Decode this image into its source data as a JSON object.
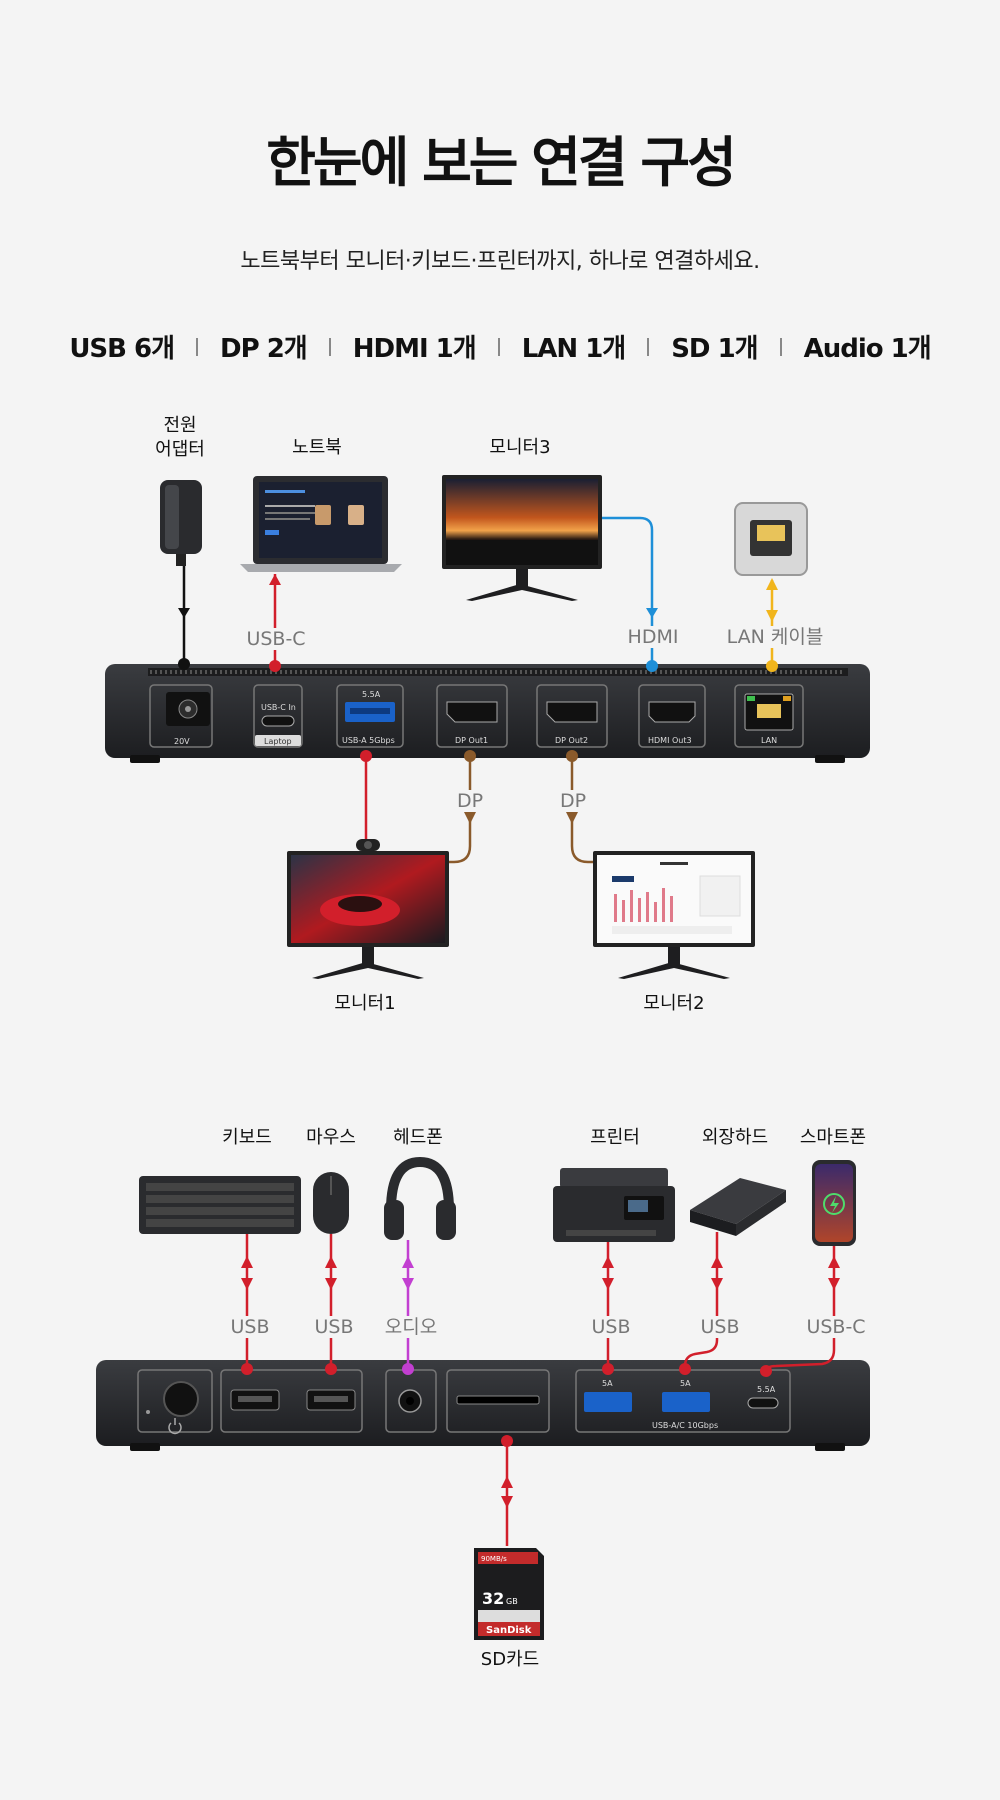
{
  "header": {
    "title": "한눈에 보는 연결 구성",
    "subtitle": "노트북부터 모니터·키보드·프린터까지, 하나로 연결하세요."
  },
  "specs": [
    "USB 6개",
    "DP 2개",
    "HDMI 1개",
    "LAN 1개",
    "SD 1개",
    "Audio 1개"
  ],
  "front": {
    "devices": {
      "power": "전원\n어댑터",
      "laptop": "노트북",
      "monitor3": "모니터3",
      "monitor1": "모니터1",
      "monitor2": "모니터2"
    },
    "cables": {
      "usbc": "USB-C",
      "hdmi": "HDMI",
      "lan": "LAN 케이블",
      "dp1": "DP",
      "dp2": "DP"
    },
    "ports": {
      "dc": "20V",
      "usbc_in": "USB-C In",
      "laptop_tag": "Laptop",
      "usba_power": "5.5A",
      "usba": "USB-A 5Gbps",
      "dp1": "DP Out1",
      "dp2": "DP Out2",
      "hdmi": "HDMI Out3",
      "lan": "LAN"
    }
  },
  "back": {
    "devices": {
      "keyboard": "키보드",
      "mouse": "마우스",
      "headphone": "헤드폰",
      "printer": "프린터",
      "hdd": "외장하드",
      "phone": "스마트폰",
      "sdcard": "SD카드"
    },
    "cables": {
      "kb": "USB",
      "mouse": "USB",
      "audio": "오디오",
      "printer": "USB",
      "hdd": "USB",
      "phone": "USB-C"
    },
    "ports": {
      "usba1_power": "5A",
      "usba2_power": "5A",
      "usbc_power": "5.5A",
      "usb_group": "USB-A/C 10Gbps"
    },
    "sd": {
      "speed": "90MB/s",
      "capacity": "32",
      "capacity_unit": "GB",
      "brand": "SanDisk"
    }
  },
  "colors": {
    "red": "#d21f2b",
    "blue": "#1e8fd8",
    "yellow": "#f1b51c",
    "brown": "#8a5a2b",
    "purple": "#c23fd1",
    "black": "#111111"
  }
}
